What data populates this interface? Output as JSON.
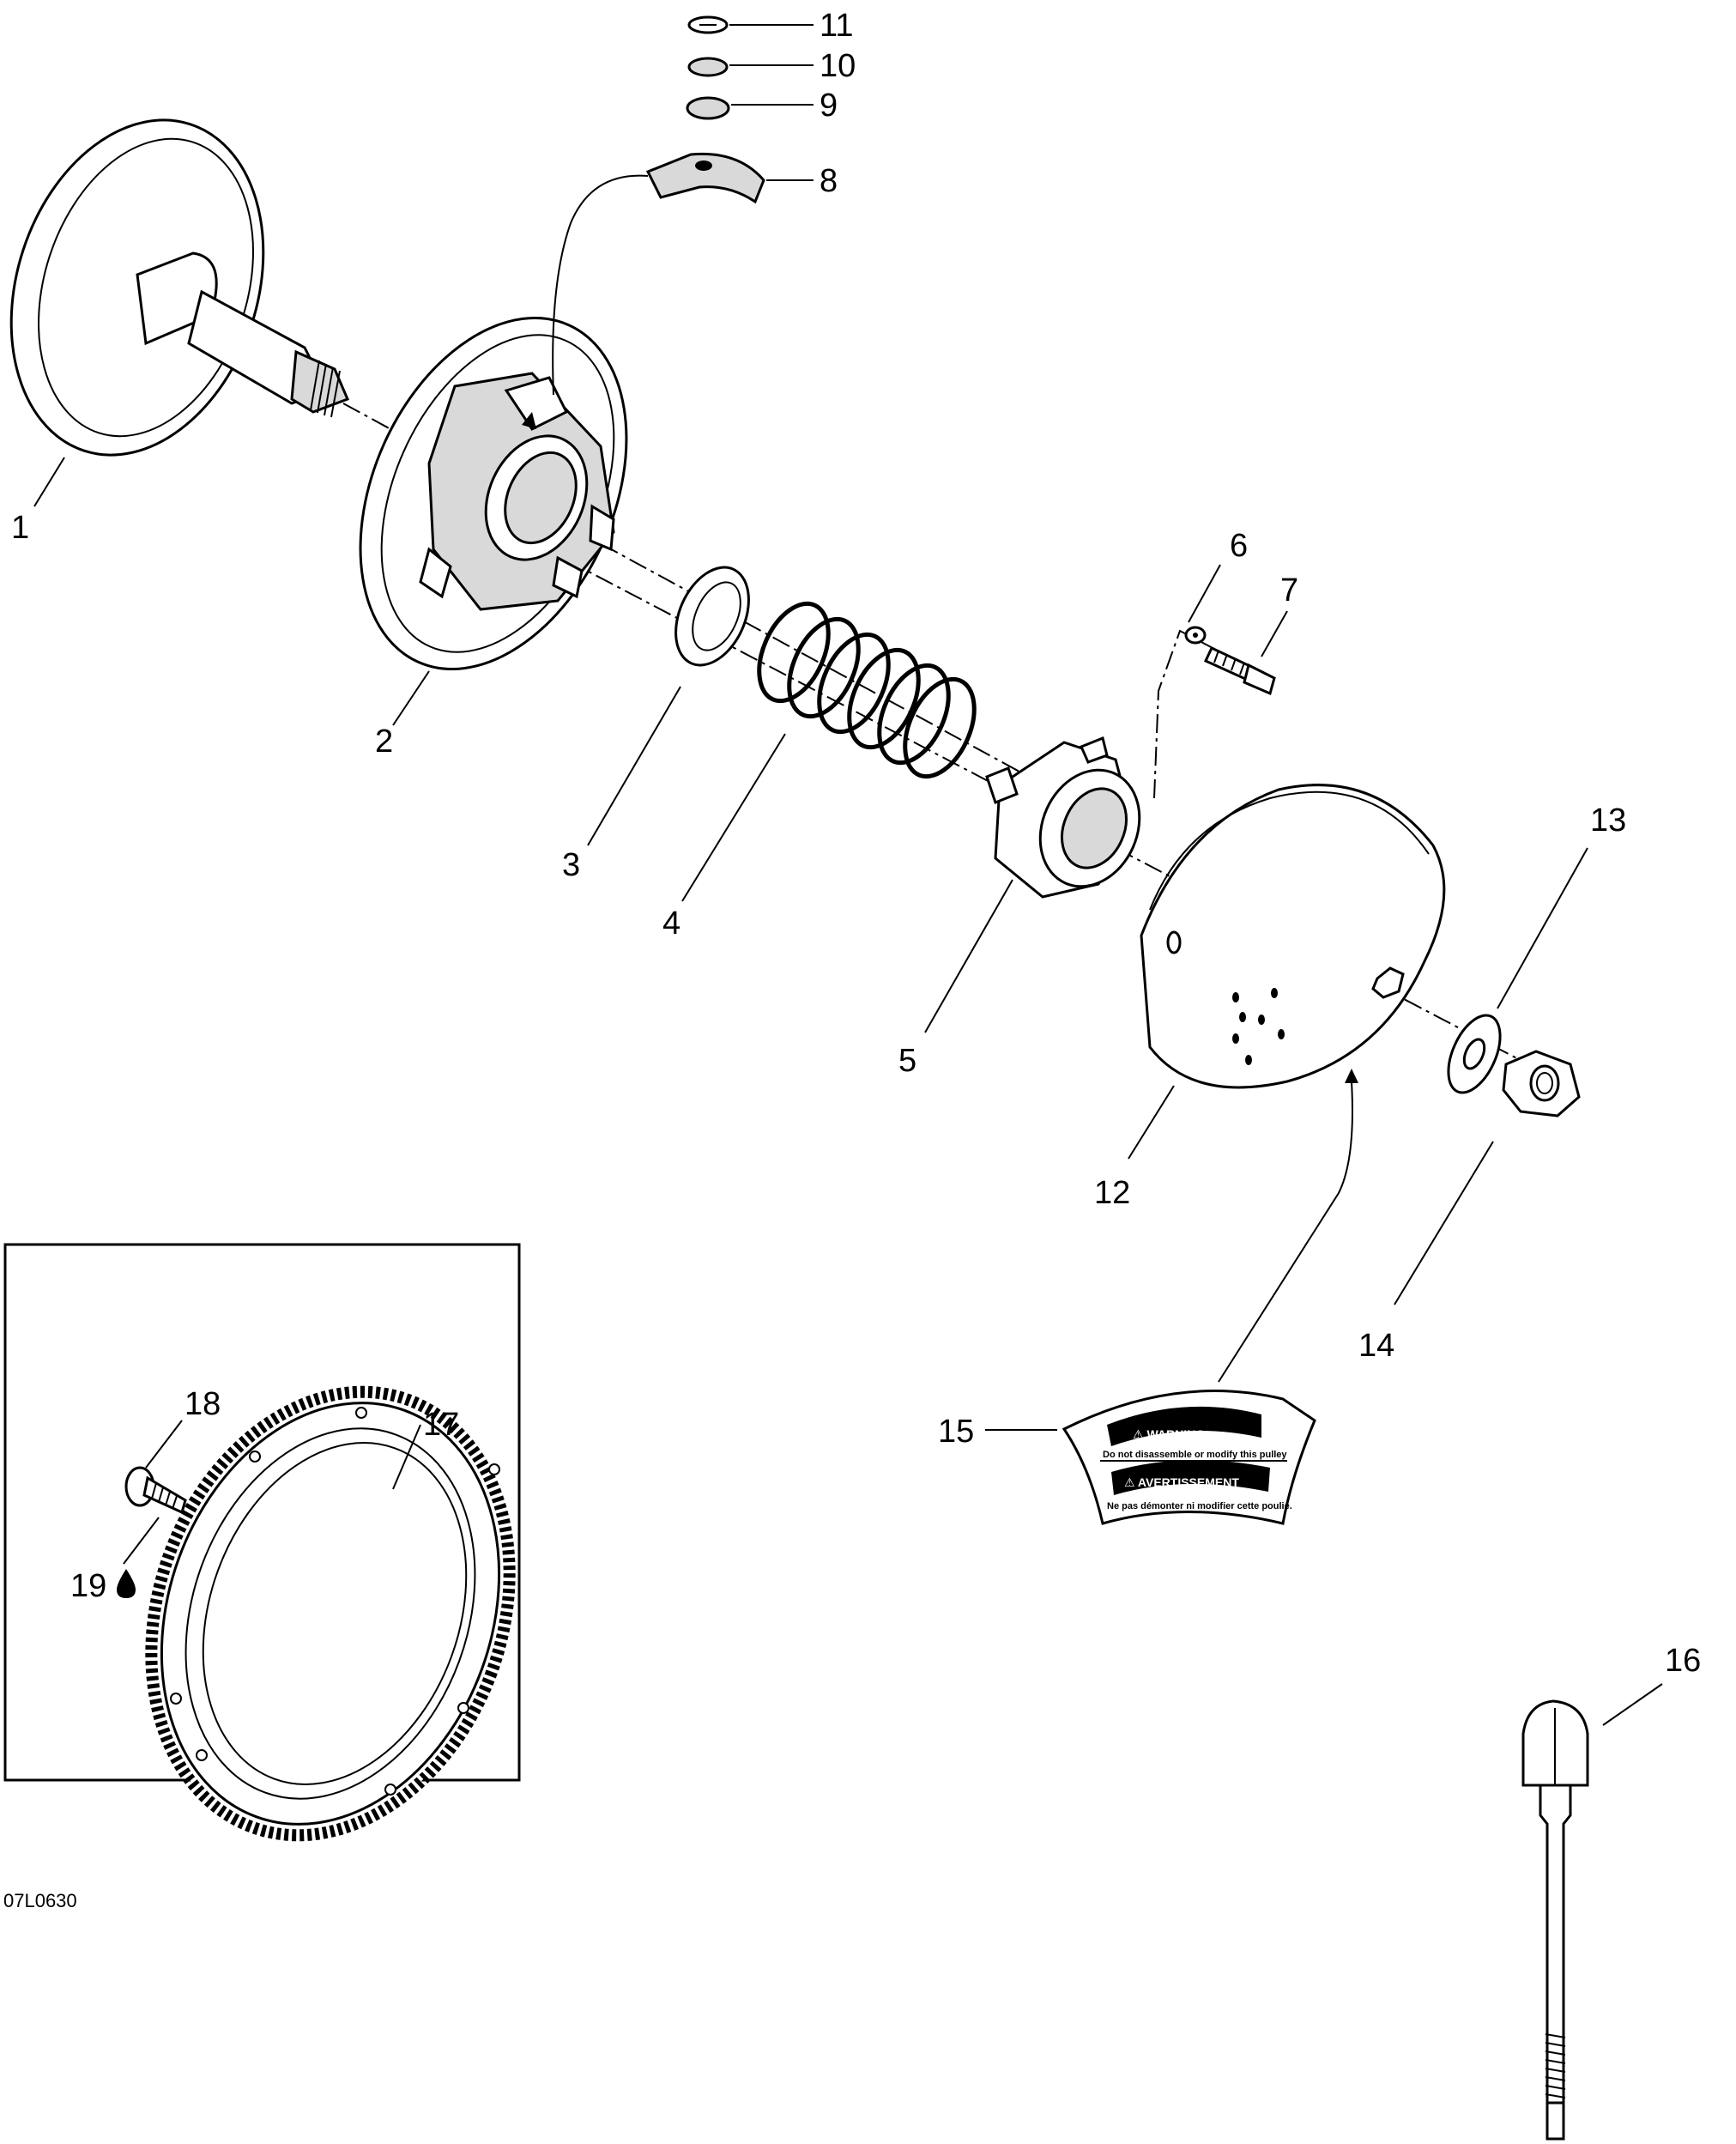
{
  "figure_id": "07L0630",
  "decal": {
    "warning": "⚠ WARNING",
    "warning_text": "Do not disassemble or modify this pulley",
    "avertissement": "⚠ AVERTISSEMENT",
    "avertissement_text": "Ne pas démonter ni modifier cette poulie."
  },
  "callouts": [
    "1",
    "2",
    "3",
    "4",
    "5",
    "6",
    "7",
    "8",
    "9",
    "10",
    "11",
    "12",
    "13",
    "14",
    "15",
    "16",
    "17",
    "18",
    "19"
  ],
  "parts": [
    {
      "name": "fixed-sheave"
    },
    {
      "name": "sliding-sheave"
    },
    {
      "name": "spring-retainer-washer"
    },
    {
      "name": "spring"
    },
    {
      "name": "spider-cam"
    },
    {
      "name": "washer"
    },
    {
      "name": "screw"
    },
    {
      "name": "slider-shoe"
    },
    {
      "name": "cap"
    },
    {
      "name": "cap-seal"
    },
    {
      "name": "plug"
    },
    {
      "name": "governor-cup"
    },
    {
      "name": "flat-washer"
    },
    {
      "name": "hex-nut"
    },
    {
      "name": "warning-decal"
    },
    {
      "name": "puller-bolt"
    },
    {
      "name": "ring-gear"
    },
    {
      "name": "screw-ring-gear"
    },
    {
      "name": "threadlocker"
    }
  ]
}
